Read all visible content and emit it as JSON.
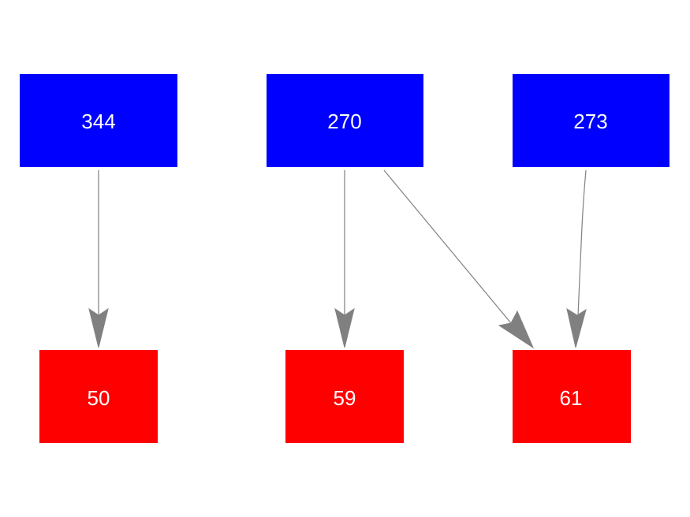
{
  "colors": {
    "source_fill": "#0000ff",
    "target_fill": "#ff0000",
    "edge": "#808080",
    "label": "#ffffff"
  },
  "nodes": {
    "n344": {
      "label": "344",
      "group": "source"
    },
    "n270": {
      "label": "270",
      "group": "source"
    },
    "n273": {
      "label": "273",
      "group": "source"
    },
    "n50": {
      "label": "50",
      "group": "target"
    },
    "n59": {
      "label": "59",
      "group": "target"
    },
    "n61": {
      "label": "61",
      "group": "target"
    }
  },
  "edges": [
    {
      "from": "344",
      "to": "50"
    },
    {
      "from": "270",
      "to": "59"
    },
    {
      "from": "270",
      "to": "61"
    },
    {
      "from": "273",
      "to": "61"
    }
  ]
}
